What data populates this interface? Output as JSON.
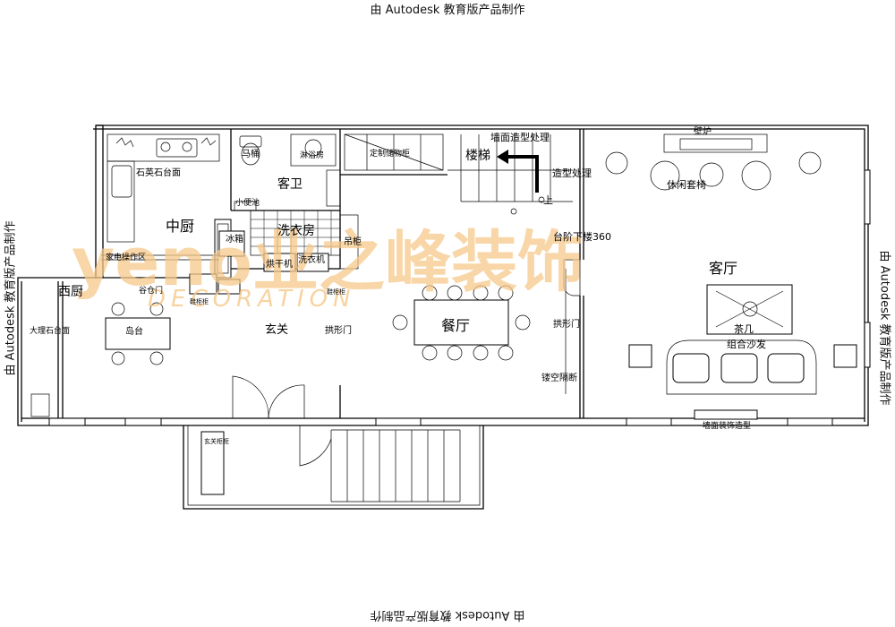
{
  "stamps": {
    "top": "由 Autodesk 教育版产品制作",
    "bottom": "由 Autodesk 教育版产品制作",
    "left": "由 Autodesk 教育版产品制作",
    "right": "由 Autodesk 教育版产品制作"
  },
  "watermark": {
    "brand": "yeno业之峰装饰",
    "sub": "DECORATION"
  },
  "rooms": {
    "middle_kitchen": "中厨",
    "western_kitchen": "西厨",
    "guest_bath": "客卫",
    "laundry": "洗衣房",
    "stairs": "楼梯",
    "living_room": "客厅",
    "dining_room": "餐厅",
    "foyer": "玄关"
  },
  "labels": {
    "quartz_counter": "石英石台面",
    "appliance_area": "家电操作区",
    "sliding_door": "谷仓门",
    "toilet": "马桶",
    "shower": "淋浴房",
    "small_basin": "小便池",
    "fridge": "冰箱",
    "dryer": "烘干机",
    "washer": "洗衣机",
    "cabinet": "吊柜",
    "custom_storage": "定制储物柜",
    "wall_shape": "墙面造型处理",
    "shape_treatment": "造型处理",
    "up": "上",
    "step_down": "台阶下楼360",
    "fireplace": "壁炉",
    "leisure_chairs": "休闲套椅",
    "tea_table": "茶几",
    "sofa_set": "组合沙发",
    "wall_decor": "墙面装饰造型",
    "arch_door_right": "拱形门",
    "hollow_partition": "镂空隔断",
    "arch_door_mid": "拱形门",
    "island": "岛台",
    "marble_counter": "大理石台面",
    "shoe_cabinet_1": "玄关柜柜",
    "shoe_cabinet_2": "鞋柜柜",
    "cabinet_small": "鞋柜柜"
  }
}
